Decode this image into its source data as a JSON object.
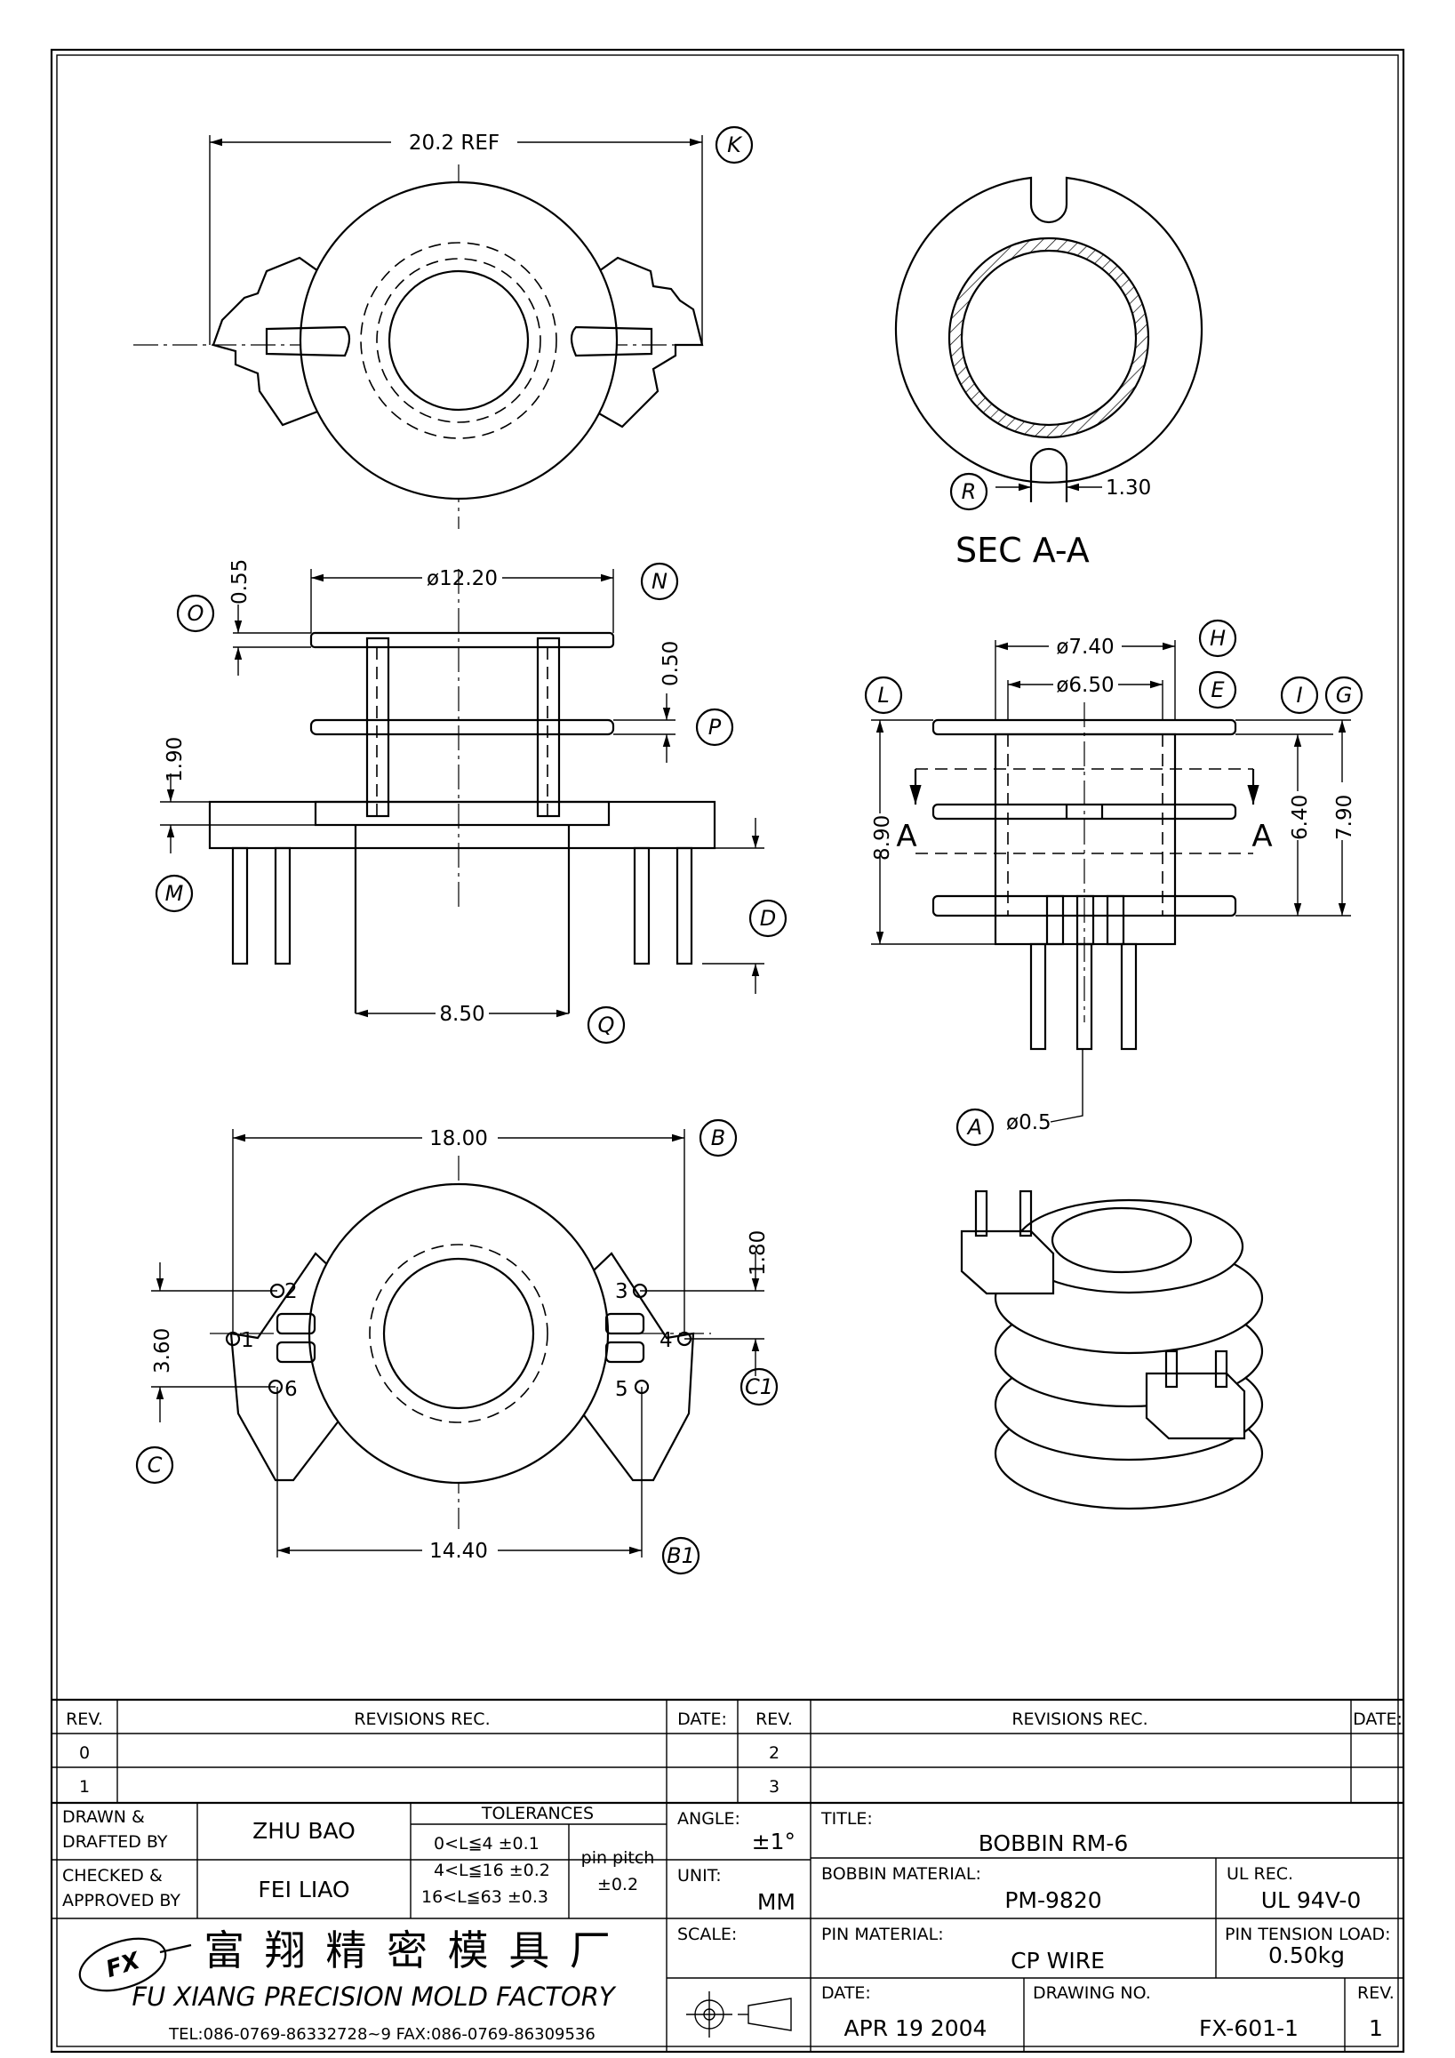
{
  "dimensions": {
    "ref_width": "20.2 REF",
    "flange_diameter": "ø12.20",
    "flange_thickness": "0.55",
    "mid_flange_thickness": "0.50",
    "base_height": "1.90",
    "base_inner": "8.50",
    "pin_row_width": "18.00",
    "pin_spacing_inner": "14.40",
    "pin_vertical": "1.80",
    "pin_vertical_outer": "3.60",
    "outer_diameter": "ø7.40",
    "inner_diameter": "ø6.50",
    "slot_width": "1.30",
    "height_total": "8.90",
    "height_a": "6.40",
    "height_b": "7.90",
    "pin_diameter": "ø0.5"
  },
  "bubbles": [
    "K",
    "N",
    "O",
    "P",
    "M",
    "D",
    "Q",
    "B",
    "C",
    "C1",
    "B1",
    "R",
    "H",
    "E",
    "L",
    "I",
    "G",
    "A"
  ],
  "section_label": "SEC A-A",
  "section_arrows": [
    "A",
    "A"
  ],
  "pin_labels": [
    "1",
    "2",
    "3",
    "4",
    "5",
    "6"
  ],
  "title_block": {
    "rev_header": "REV.",
    "revisions_header": "REVISIONS    REC.",
    "date_header": "DATE:",
    "rev_left": [
      "0",
      "1"
    ],
    "rev_right": [
      "2",
      "3"
    ],
    "drawn_label": "DRAWN &\nDRAFTED BY",
    "drawn_line1": "DRAWN &",
    "drawn_line2": "DRAFTED BY",
    "drawn_by": "ZHU  BAO",
    "checked_line1": "CHECKED &",
    "checked_line2": "APPROVED BY",
    "checked_by": "FEI LIAO",
    "tolerances_header": "TOLERANCES",
    "tol_rows": [
      "0<L≦4    ±0.1",
      "4<L≦16  ±0.2",
      "16<L≦63  ±0.3"
    ],
    "pin_pitch_label": "pin  pitch",
    "pin_pitch_value": "±0.2",
    "angle_label": "ANGLE:",
    "angle_value": "±1°",
    "unit_label": "UNIT:",
    "unit_value": "MM",
    "scale_label": "SCALE:",
    "title_label": "TITLE:",
    "title_value": "BOBBIN  RM-6",
    "bobbin_material_label": "BOBBIN MATERIAL:",
    "bobbin_material_value": "PM-9820",
    "ul_rec_label": "UL REC.",
    "ul_rec_value": "UL  94V-0",
    "pin_material_label": "PIN MATERIAL:",
    "pin_material_value": "CP  WIRE",
    "pin_tension_label": "PIN TENSION LOAD:",
    "pin_tension_value": "0.50kg",
    "date_label": "DATE:",
    "date_value": "APR  19  2004",
    "drawing_no_label": "DRAWING NO.",
    "drawing_no_value": "FX-601-1",
    "rev_label": "REV.",
    "rev_value": "1",
    "company_cn": "富 翔 精 密 模 具 厂",
    "company_en": "FU XIANG PRECISION MOLD FACTORY",
    "contact": "TEL:086-0769-86332728~9   FAX:086-0769-86309536"
  }
}
